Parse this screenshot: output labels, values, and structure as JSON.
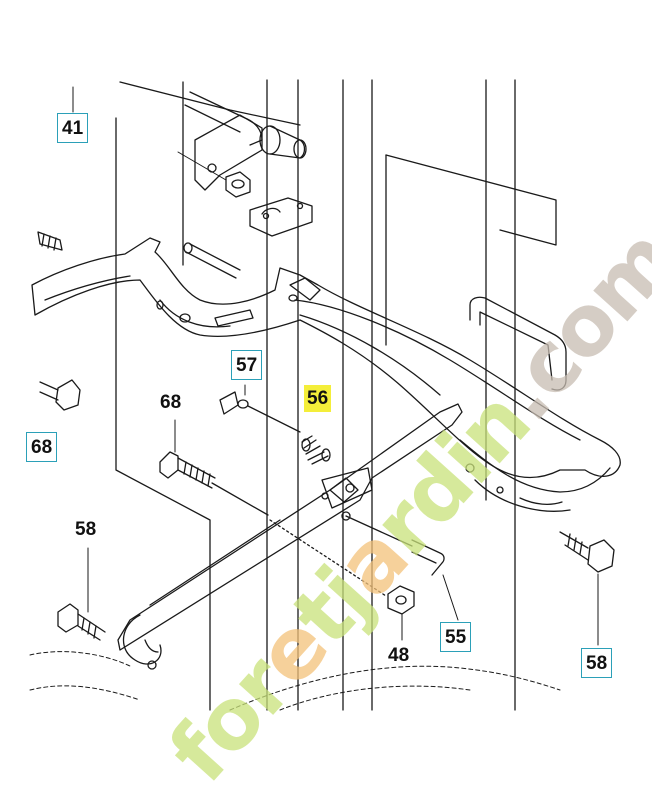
{
  "callouts": [
    {
      "id": "c41",
      "label": "41",
      "boxed": true,
      "highlight": false
    },
    {
      "id": "c57",
      "label": "57",
      "boxed": true,
      "highlight": false
    },
    {
      "id": "c56",
      "label": "56",
      "boxed": false,
      "highlight": true
    },
    {
      "id": "c68a",
      "label": "68",
      "boxed": false,
      "highlight": false
    },
    {
      "id": "c68b",
      "label": "68",
      "boxed": true,
      "highlight": false
    },
    {
      "id": "c58a",
      "label": "58",
      "boxed": false,
      "highlight": false
    },
    {
      "id": "c58b",
      "label": "58",
      "boxed": true,
      "highlight": false
    },
    {
      "id": "c48",
      "label": "48",
      "boxed": false,
      "highlight": false
    },
    {
      "id": "c55",
      "label": "55",
      "boxed": true,
      "highlight": false
    }
  ],
  "watermark": {
    "text": "foretjardin.com",
    "color_green": "#c9e27a",
    "color_orange": "#f4c27a",
    "color_gray": "#c8bdb2"
  },
  "colors": {
    "line": "#1a1a1a",
    "callout_box": "#2ba0b8",
    "highlight": "#f4ee3a"
  }
}
